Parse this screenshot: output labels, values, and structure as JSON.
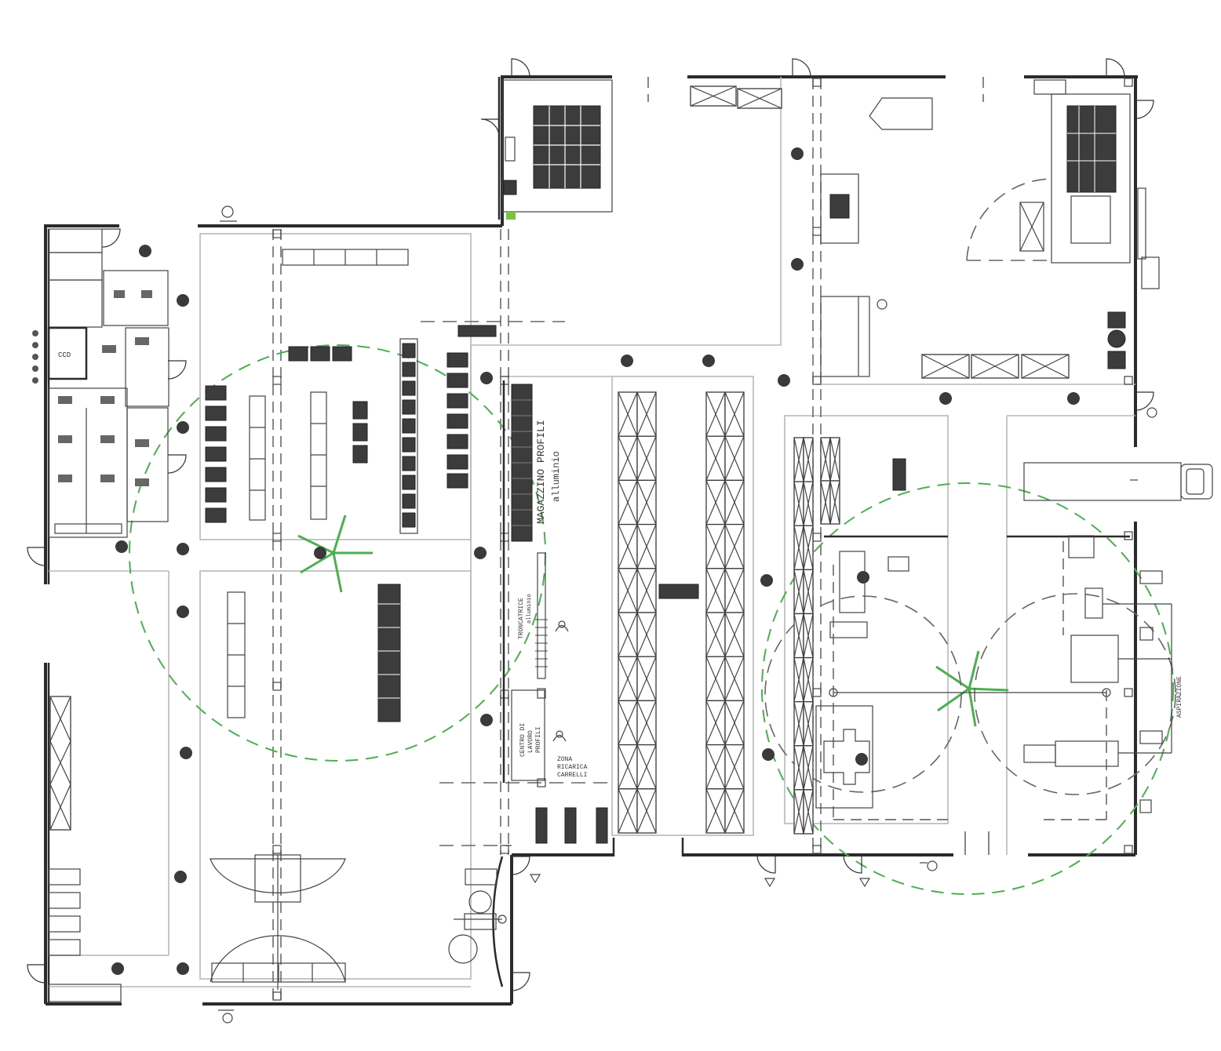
{
  "drawing": {
    "labels": {
      "warehouse_title": "MAGAZZINO PROFILI",
      "warehouse_sub": "alluminio",
      "saw_l1": "TRONCATRICE",
      "saw_l2": "alluminio",
      "machining_l1": "CENTRO DI",
      "machining_l2": "LAVORO",
      "machining_l3": "PROFILI",
      "charging_l1": "ZONA",
      "charging_l2": "RICARICA",
      "charging_l3": "CARRELLI",
      "extraction": "ASPIRAZIONE"
    },
    "colors": {
      "walls": "#2b2b2b",
      "light_lines": "#b8b8b8",
      "fan_coverage": "#4caf50",
      "equipment_dark": "#3c3c3c"
    },
    "icons": [
      "hvls-fan-icon",
      "forklift-icon",
      "door-swing-icon",
      "column-icon",
      "truck-icon",
      "fire-hydrant-icon"
    ]
  }
}
